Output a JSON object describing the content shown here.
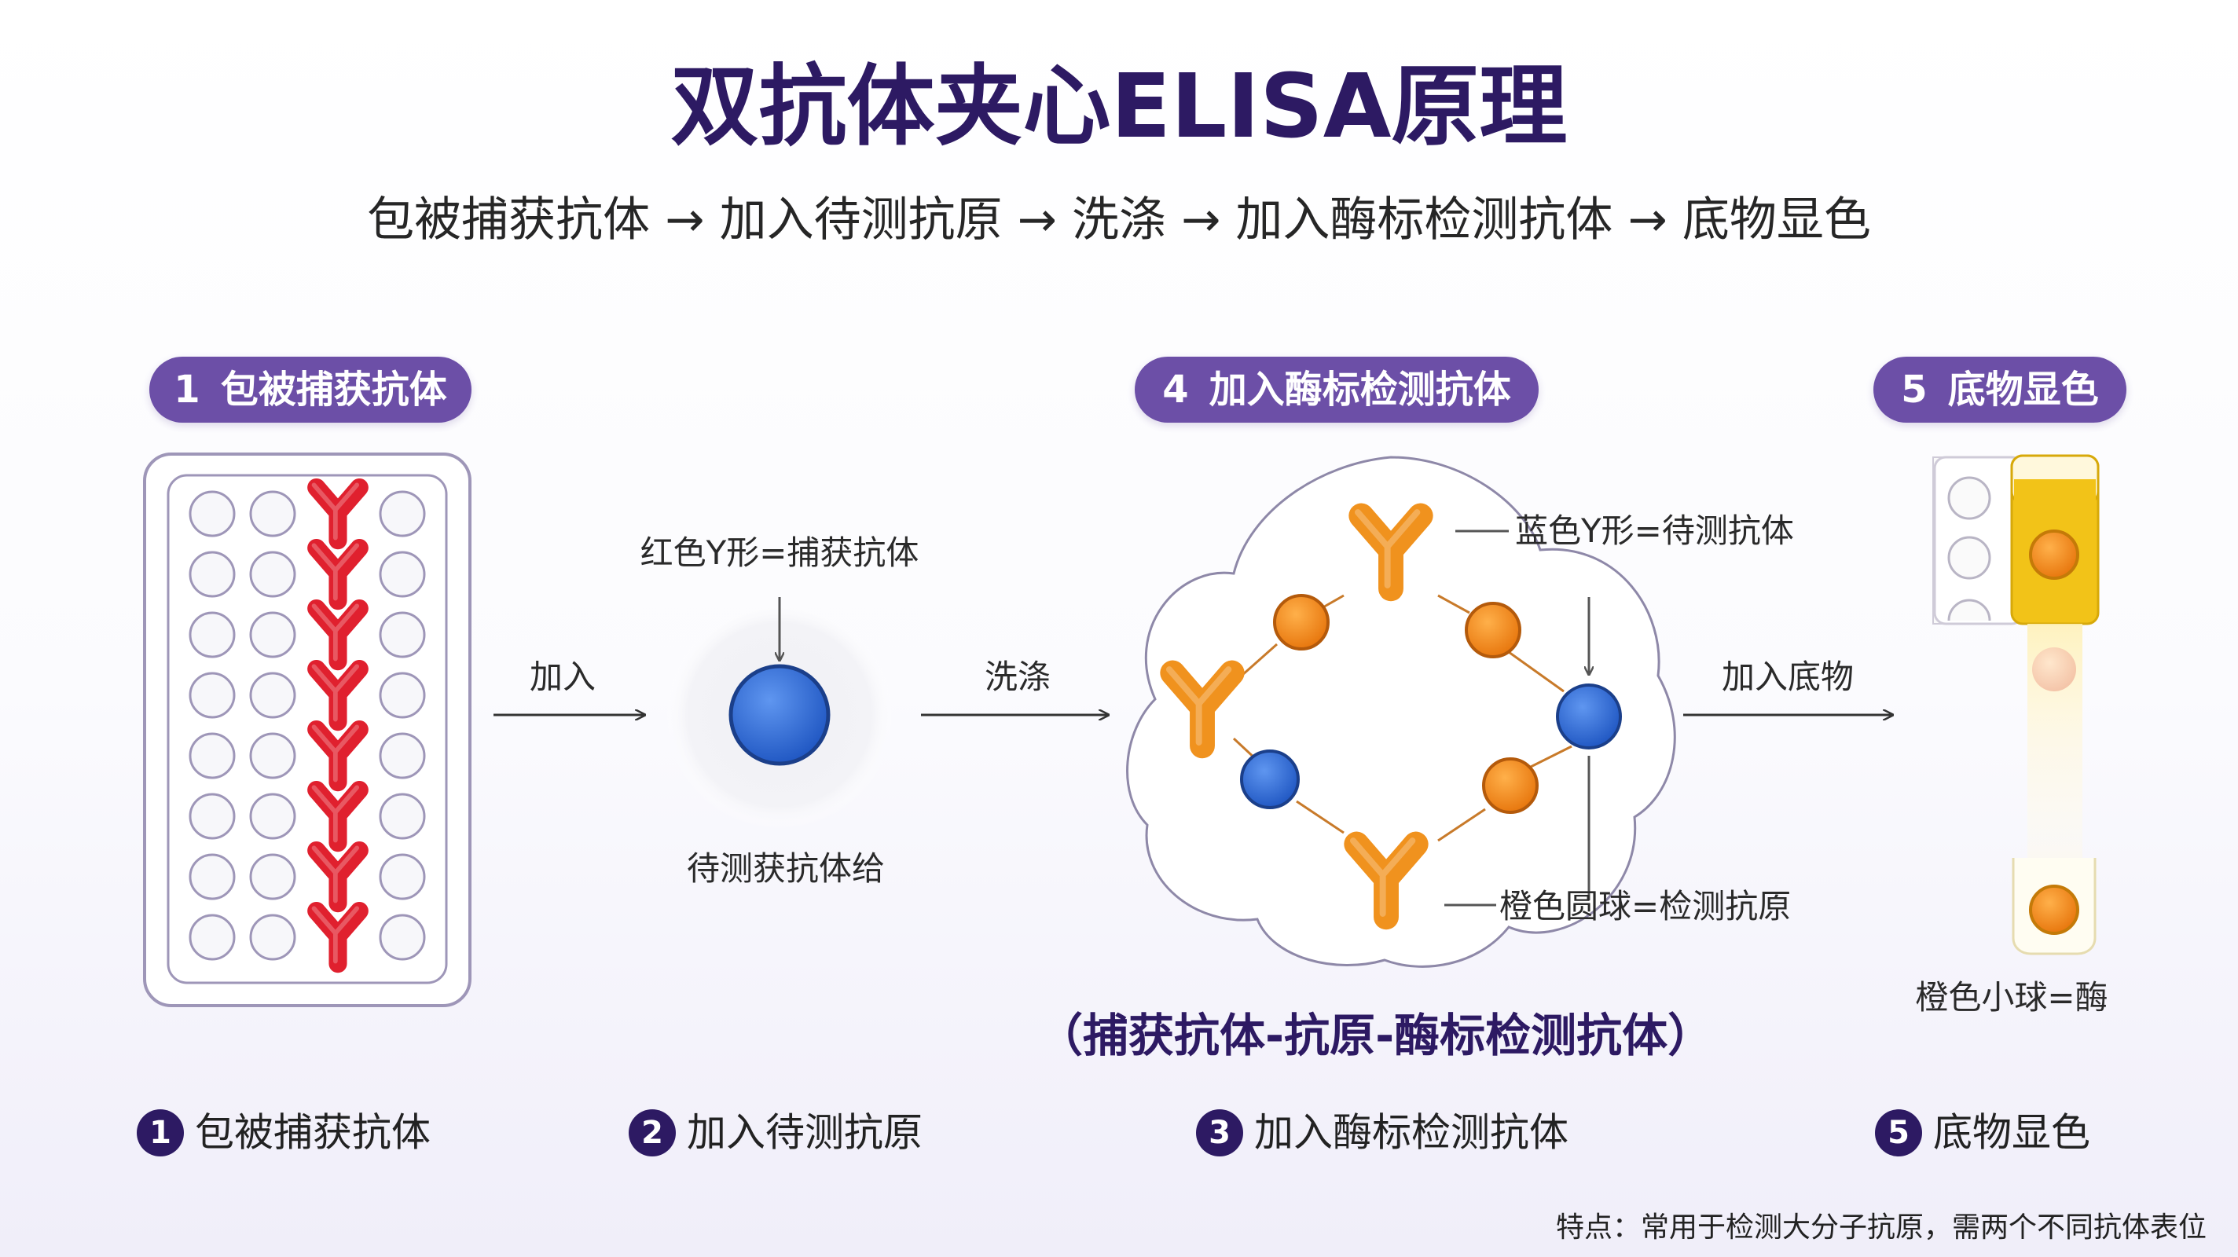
{
  "title": "双抗体夹心ELISA原理",
  "subtitle": "包被捕获抗体 → 加入待测抗原 → 洗涤 → 加入酶标检测抗体 → 底物显色",
  "pills": [
    {
      "num": "1",
      "label": "包被捕获抗体"
    },
    {
      "num": "4",
      "label": "加入酶标检测抗体"
    },
    {
      "num": "5",
      "label": "底物显色"
    }
  ],
  "arrows": {
    "add": "加入",
    "wash": "洗涤",
    "add_substrate": "加入底物"
  },
  "labels": {
    "red_y": "红色Y形=捕获抗体",
    "antigen_caption": "待测获抗体给",
    "blue_y": "蓝色Y形=待测抗体",
    "orange_ball": "橙色圆球=检测抗原",
    "small_ball": "橙色小球=酶"
  },
  "complex_label": "（捕获抗体-抗原-酶标检测抗体）",
  "steps": [
    {
      "num": "1",
      "label": "包被捕获抗体"
    },
    {
      "num": "2",
      "label": "加入待测抗原"
    },
    {
      "num": "3",
      "label": "加入酶标检测抗体"
    },
    {
      "num": "5",
      "label": "底物显色"
    }
  ],
  "footer": "特点：常用于检测大分子抗原，需两个不同抗体表位",
  "colors": {
    "title": "#2d1a63",
    "pill": "#6c4fa7",
    "antibody_red": "#e0202e",
    "antibody_orange": "#f0921e",
    "antigen_blue": "#2f6fd6",
    "enzyme_orange": "#f08a1c",
    "substrate_yellow": "#f2c318"
  }
}
